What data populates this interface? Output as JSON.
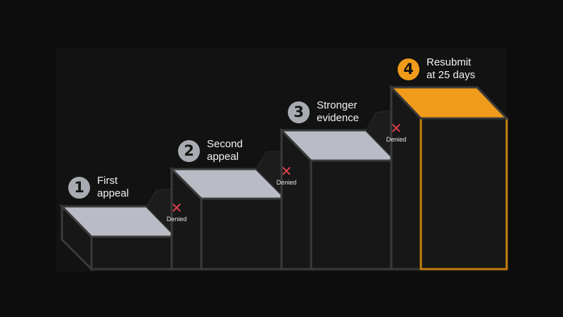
{
  "steps": [
    {
      "number": "1",
      "line1": "First",
      "line2": "appeal",
      "highlight": false
    },
    {
      "number": "2",
      "line1": "Second",
      "line2": "appeal",
      "highlight": false
    },
    {
      "number": "3",
      "line1": "Stronger",
      "line2": "evidence",
      "highlight": false
    },
    {
      "number": "4",
      "line1": "Resubmit",
      "line2": "at 25 days",
      "highlight": true
    }
  ],
  "denied": [
    {
      "icon": "✕",
      "label": "Denied"
    },
    {
      "icon": "✕",
      "label": "Denied"
    },
    {
      "icon": "✕",
      "label": "Denied"
    }
  ],
  "colors": {
    "background": "#0d0d0d",
    "panel": "#121212",
    "step_top": "#b9bcc5",
    "step_side": "#171717",
    "step_edge": "#3a3a3a",
    "highlight": "#f09c1a",
    "highlight_edge": "#c67f0f",
    "badge": "#a9abb2",
    "denied_x": "#e0414b",
    "text": "#f2f2f2"
  }
}
